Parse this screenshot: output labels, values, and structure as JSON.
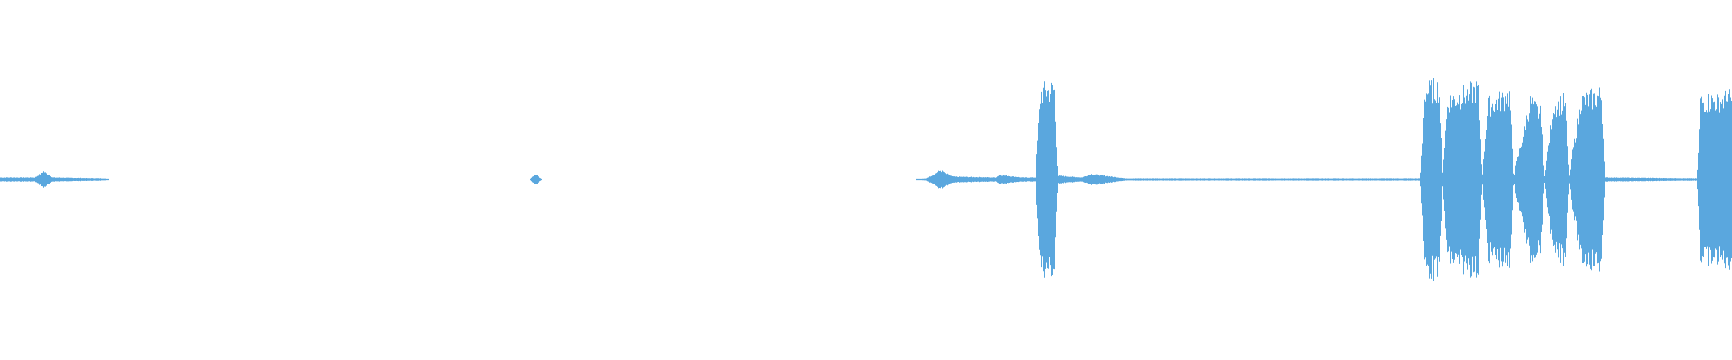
{
  "waveform": {
    "color": "#5aa7de",
    "background": "#ffffff",
    "samples": [
      {
        "t": 0.0,
        "amp": 0.02
      },
      {
        "t": 0.02,
        "amp": 0.02
      },
      {
        "t": 0.025,
        "amp": 0.09
      },
      {
        "t": 0.03,
        "amp": 0.02
      },
      {
        "t": 0.06,
        "amp": 0.01
      },
      {
        "t": 0.063,
        "amp": 0.0
      },
      {
        "t": 0.306,
        "amp": 0.0
      },
      {
        "t": 0.309,
        "amp": 0.06
      },
      {
        "t": 0.313,
        "amp": 0.0
      },
      {
        "t": 0.528,
        "amp": 0.0
      },
      {
        "t": 0.535,
        "amp": 0.01
      },
      {
        "t": 0.543,
        "amp": 0.1
      },
      {
        "t": 0.55,
        "amp": 0.03
      },
      {
        "t": 0.575,
        "amp": 0.02
      },
      {
        "t": 0.577,
        "amp": 0.05
      },
      {
        "t": 0.59,
        "amp": 0.02
      },
      {
        "t": 0.598,
        "amp": 0.02
      },
      {
        "t": 0.601,
        "amp": 0.95
      },
      {
        "t": 0.609,
        "amp": 0.99
      },
      {
        "t": 0.611,
        "amp": 0.04
      },
      {
        "t": 0.625,
        "amp": 0.02
      },
      {
        "t": 0.63,
        "amp": 0.06
      },
      {
        "t": 0.65,
        "amp": 0.01
      },
      {
        "t": 0.82,
        "amp": 0.01
      },
      {
        "t": 0.823,
        "amp": 0.96
      },
      {
        "t": 0.831,
        "amp": 1.0
      },
      {
        "t": 0.833,
        "amp": 0.02
      },
      {
        "t": 0.836,
        "amp": 0.85
      },
      {
        "t": 0.854,
        "amp": 0.99
      },
      {
        "t": 0.856,
        "amp": 0.02
      },
      {
        "t": 0.859,
        "amp": 0.8
      },
      {
        "t": 0.872,
        "amp": 0.92
      },
      {
        "t": 0.874,
        "amp": 0.02
      },
      {
        "t": 0.884,
        "amp": 0.85
      },
      {
        "t": 0.89,
        "amp": 0.7
      },
      {
        "t": 0.892,
        "amp": 0.02
      },
      {
        "t": 0.897,
        "amp": 0.8
      },
      {
        "t": 0.904,
        "amp": 0.85
      },
      {
        "t": 0.906,
        "amp": 0.02
      },
      {
        "t": 0.913,
        "amp": 0.85
      },
      {
        "t": 0.925,
        "amp": 0.92
      },
      {
        "t": 0.927,
        "amp": 0.02
      },
      {
        "t": 0.98,
        "amp": 0.01
      },
      {
        "t": 0.982,
        "amp": 0.85
      },
      {
        "t": 1.0,
        "amp": 0.88
      }
    ]
  }
}
